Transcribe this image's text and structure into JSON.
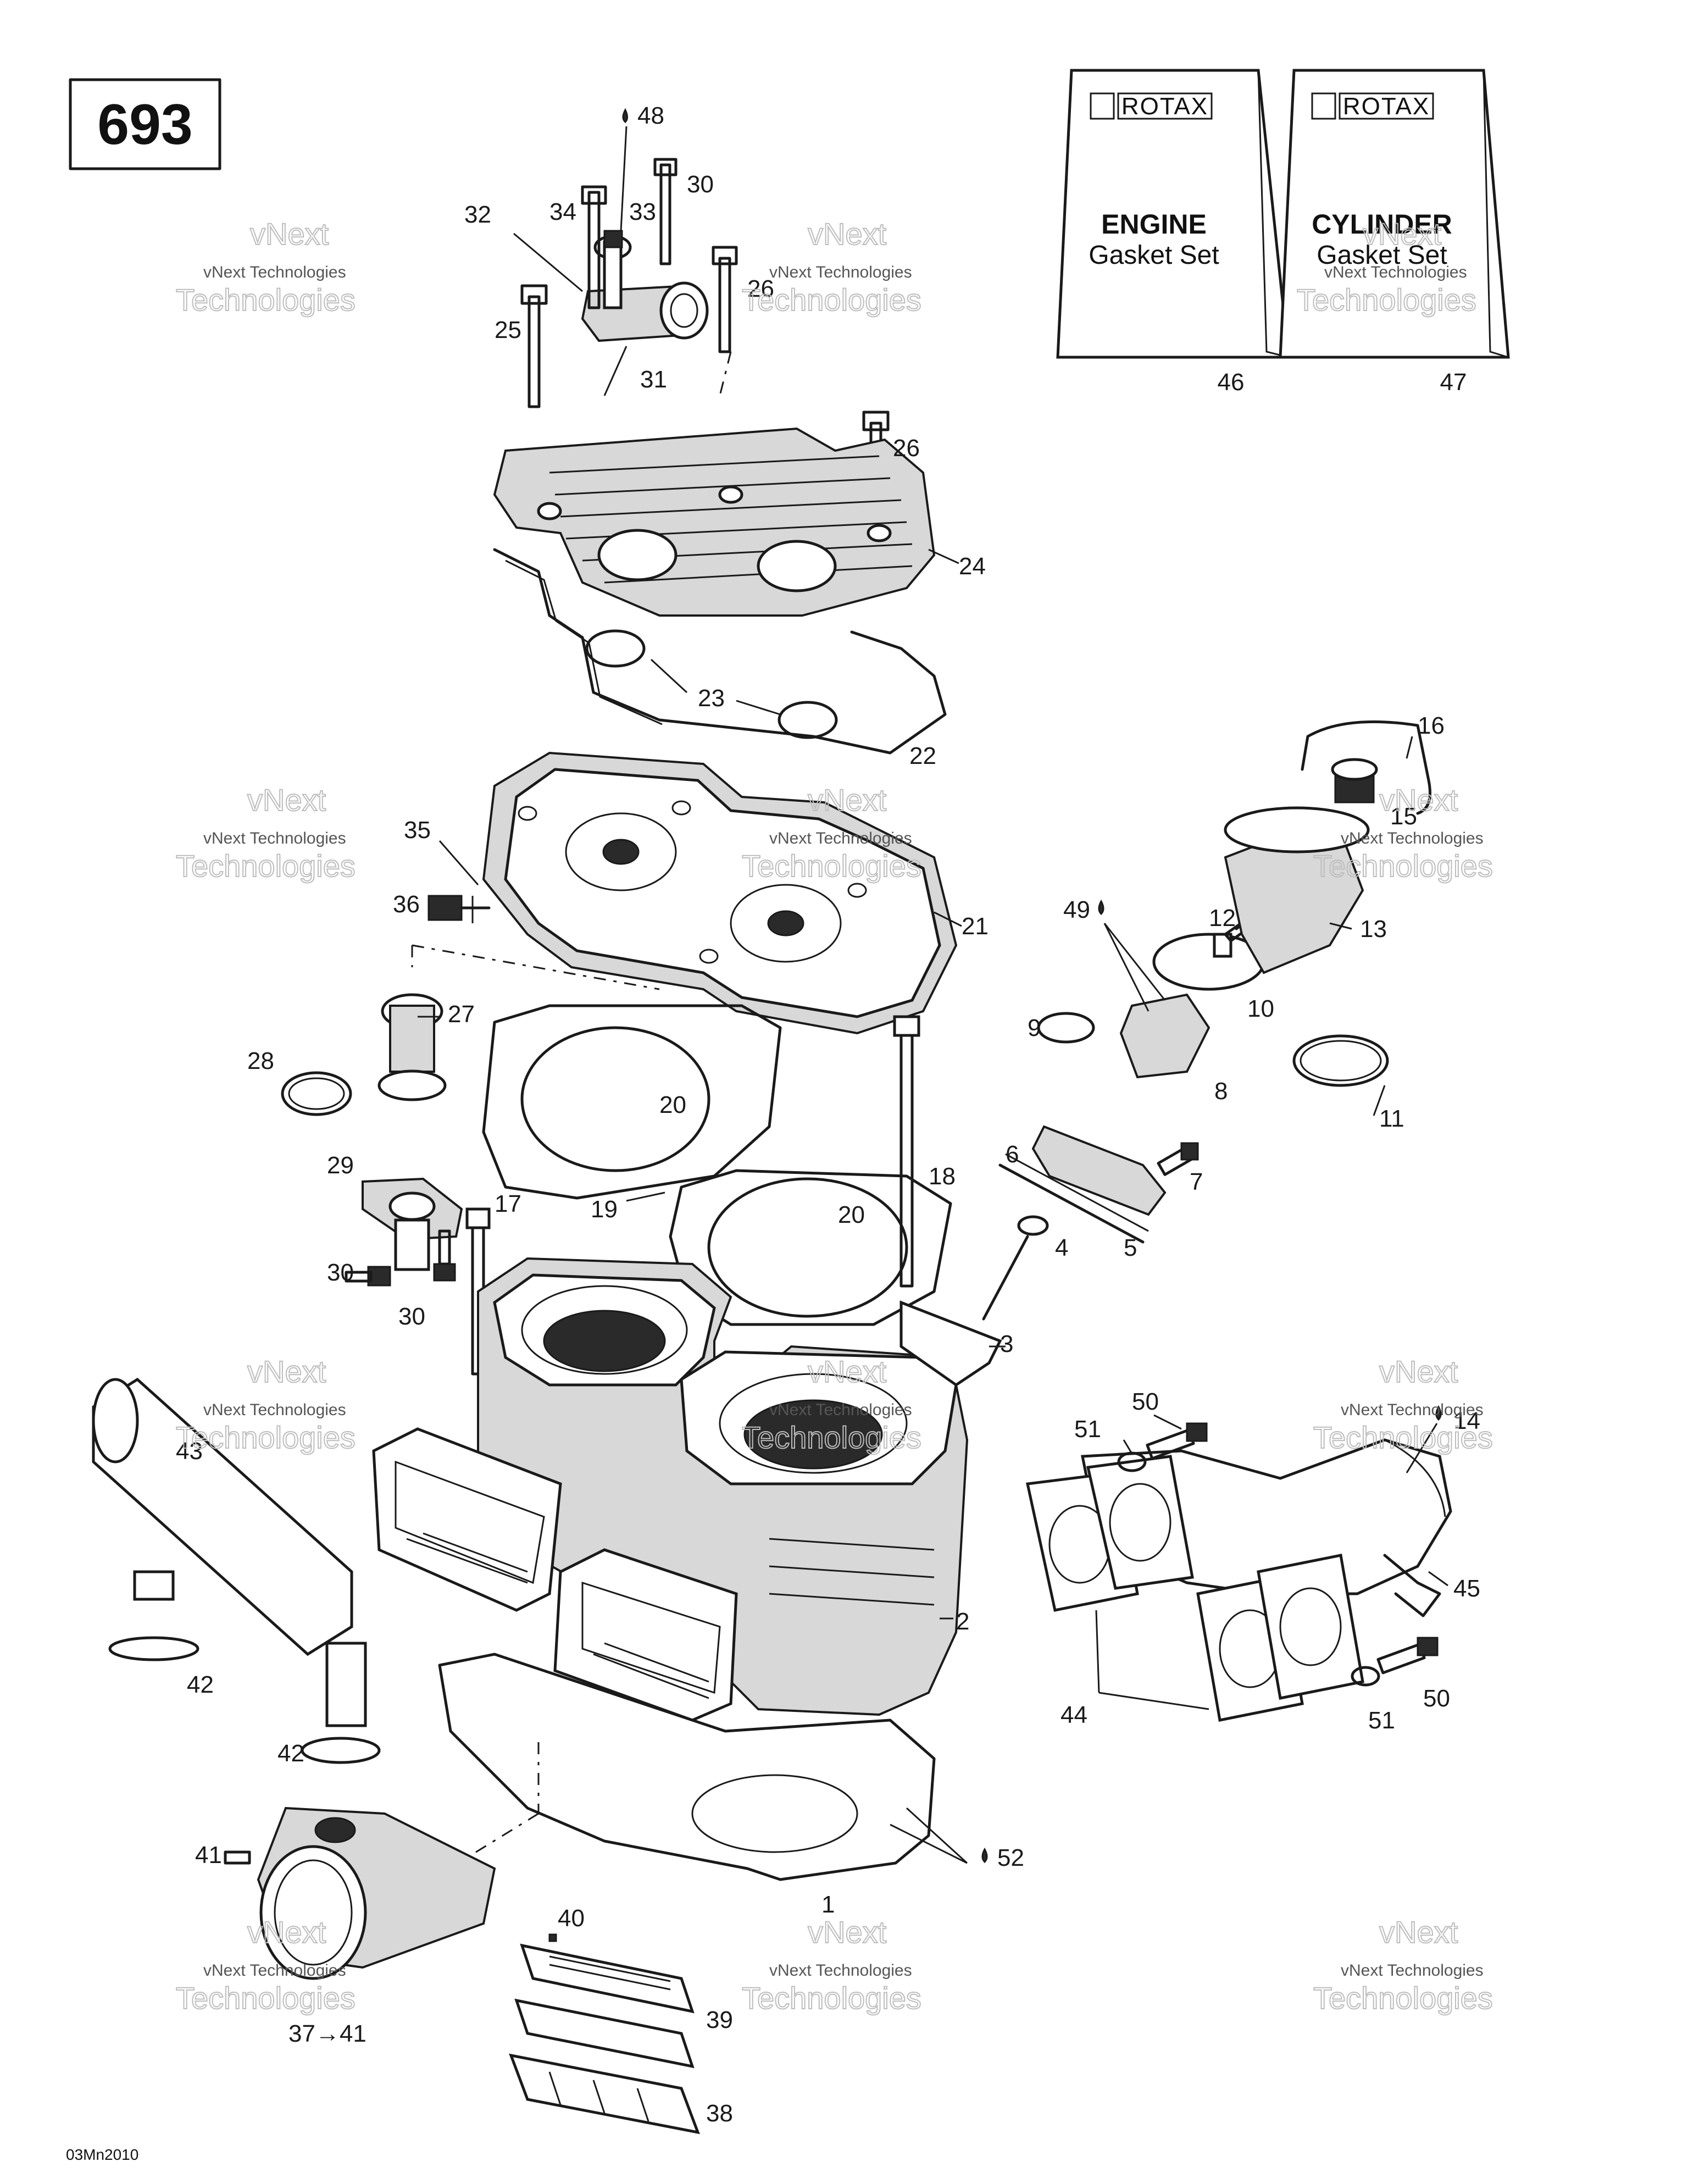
{
  "page_number": "693",
  "reference_code": "03Mn2010",
  "kits": [
    {
      "brand": "ROTAX",
      "title": "ENGINE",
      "subtitle": "Gasket Set",
      "callout": "46"
    },
    {
      "brand": "ROTAX",
      "title": "CYLINDER",
      "subtitle": "Gasket Set",
      "callout": "47"
    }
  ],
  "watermark": {
    "line1": "vNext Technologies",
    "line2": "Technologies",
    "faint": "vNext"
  },
  "callouts": {
    "c1": "1",
    "c2": "2",
    "c3": "3",
    "c4": "4",
    "c5": "5",
    "c6": "6",
    "c7": "7",
    "c8": "8",
    "c9": "9",
    "c10": "10",
    "c11": "11",
    "c12": "12",
    "c13": "13",
    "c14": "14",
    "c15": "15",
    "c16": "16",
    "c17": "17",
    "c18": "18",
    "c19": "19",
    "c20a": "20",
    "c20b": "20",
    "c21": "21",
    "c22": "22",
    "c23": "23",
    "c24": "24",
    "c25": "25",
    "c26a": "26",
    "c26b": "26",
    "c27": "27",
    "c28": "28",
    "c29": "29",
    "c30a": "30",
    "c30b": "30",
    "c30c": "30",
    "c31": "31",
    "c32": "32",
    "c33": "33",
    "c34": "34",
    "c35": "35",
    "c36": "36",
    "c37": "37→41",
    "c38": "38",
    "c39": "39",
    "c40": "40",
    "c41": "41",
    "c42a": "42",
    "c42b": "42",
    "c43": "43",
    "c44": "44",
    "c45": "45",
    "c48": "48",
    "c49": "49",
    "c50a": "50",
    "c50b": "50",
    "c51a": "51",
    "c51b": "51",
    "c52": "52"
  }
}
